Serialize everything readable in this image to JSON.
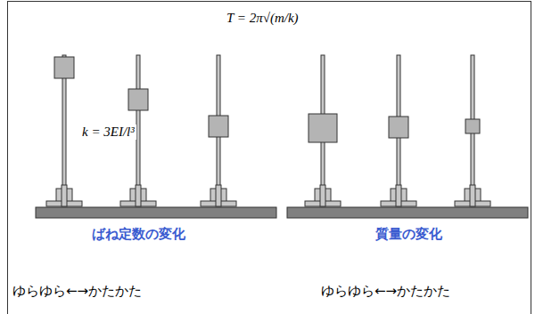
{
  "diagram": {
    "labels": [
      "T = 2π√(m/k)",
      "k = 3EI/l³",
      "ばね定数の変化",
      "質量の変化",
      "ゆらゆら←→かたかた",
      "ゆらゆら←→かたかた"
    ]
  }
}
